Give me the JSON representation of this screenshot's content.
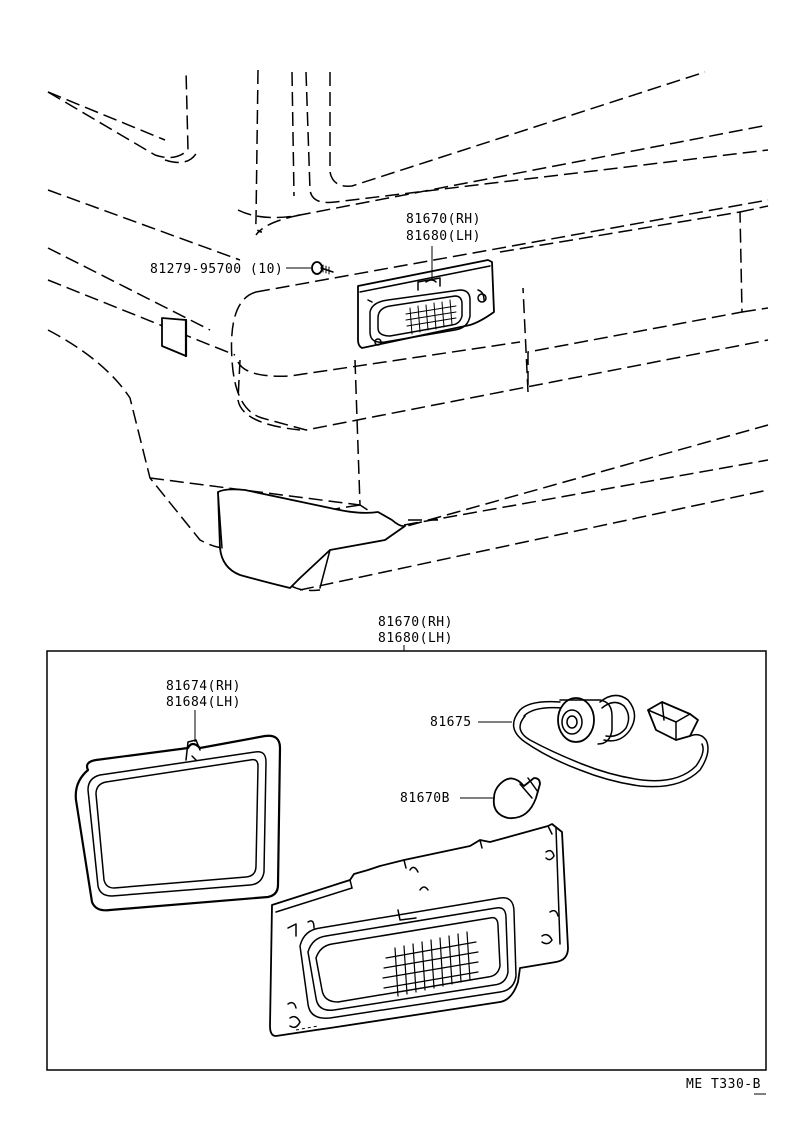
{
  "labels": {
    "lamp_top_rh": "81670(RH)",
    "lamp_top_lh": "81680(LH)",
    "screw": "81279-95700 (10)",
    "assy_rh": "81670(RH)",
    "assy_lh": "81680(LH)",
    "lens_rh": "81674(RH)",
    "lens_lh": "81684(LH)",
    "socket": "81675",
    "bulb": "81670B",
    "drawing_code": "ME T330-B"
  }
}
